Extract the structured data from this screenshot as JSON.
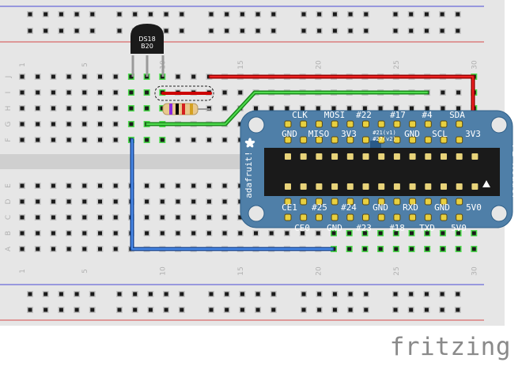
{
  "breadboard": {
    "columns_top": [
      "1",
      "5",
      "10",
      "15",
      "20",
      "25",
      "30"
    ],
    "columns_bottom": [
      "1",
      "5",
      "10",
      "15",
      "20",
      "25",
      "30"
    ],
    "rows_top": [
      "J",
      "I",
      "H",
      "G",
      "F"
    ],
    "rows_bottom": [
      "E",
      "D",
      "C",
      "B",
      "A"
    ]
  },
  "sensor": {
    "line1": "DS18",
    "line2": "B20"
  },
  "header": {
    "title": "Pi Header",
    "brand": "adafruit!",
    "top_row1": [
      "CLK",
      "MOSI",
      "#22",
      "#17",
      "#4",
      "SDA"
    ],
    "top_row2": [
      "GND",
      "MISO",
      "3V3",
      "GND",
      "SCL",
      "3V3"
    ],
    "top_note": [
      "#21(v1)",
      "#27(v2)"
    ],
    "bot_row1": [
      "CE1",
      "#25",
      "#24",
      "GND",
      "RXD",
      "GND",
      "5V0"
    ],
    "bot_row2": [
      "CE0",
      "GND",
      "#23",
      "#18",
      "TXD",
      "5V0"
    ]
  },
  "footer": {
    "logo": "fritzing"
  },
  "colors": {
    "red_wire": "#cc0000",
    "green_wire": "#22bb22",
    "blue_wire": "#2a6fd0",
    "pcb": "#4f7fa8"
  }
}
